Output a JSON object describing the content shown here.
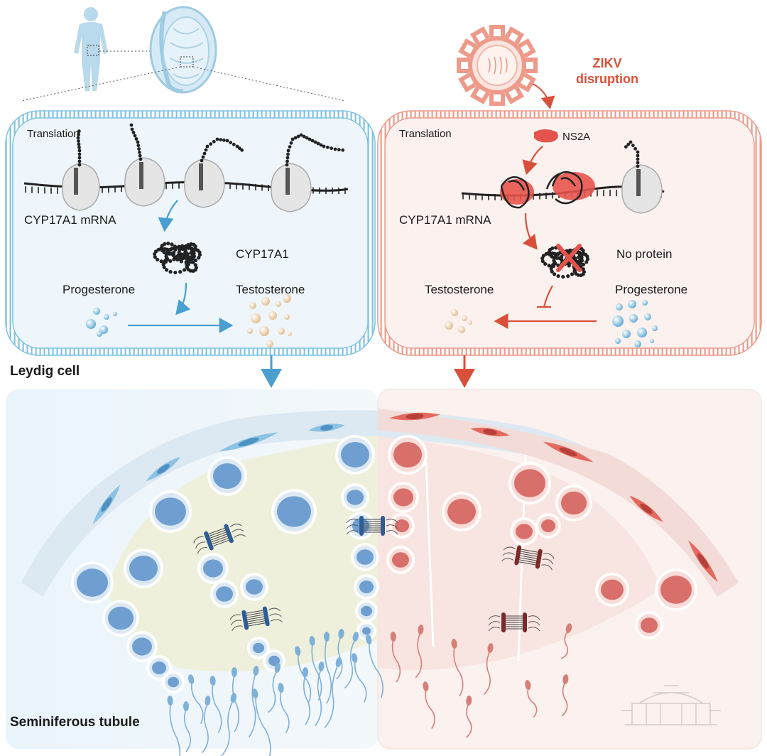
{
  "healthy": {
    "translation": "Translation",
    "mrna": "CYP17A1 mRNA",
    "protein": "CYP17A1",
    "substrate": "Progesterone",
    "product": "Testosterone"
  },
  "infected": {
    "virus_line1": "ZIKV",
    "virus_line2": "disruption",
    "translation": "Translation",
    "ns2a": "NS2A",
    "mrna": "CYP17A1 mRNA",
    "no_protein": "No protein",
    "product": "Testosterone",
    "substrate": "Progesterone"
  },
  "labels": {
    "leydig": "Leydig cell",
    "tubule": "Seminiferous tubule"
  },
  "colors": {
    "blue": "#5aa9d6",
    "red": "#d9503a",
    "healthy_bg": "#eef6fb",
    "infected_bg": "#fbf1ee"
  }
}
